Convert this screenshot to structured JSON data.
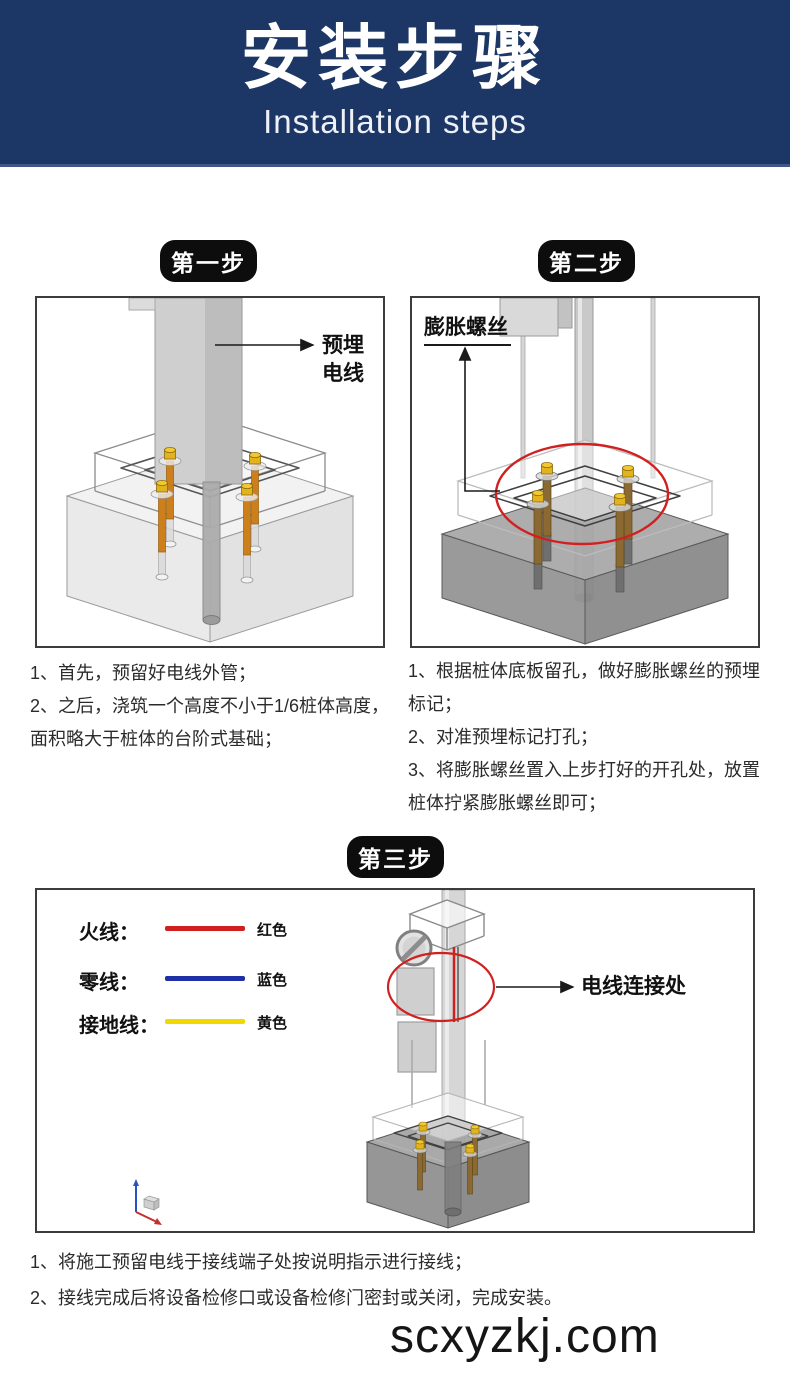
{
  "header": {
    "title": "安装步骤",
    "subtitle": "Installation steps"
  },
  "steps": {
    "step1": {
      "badge": "第一步",
      "callout_line1": "预埋",
      "callout_line2": "电线",
      "note_lines": [
        "1、首先，预留好电线外管；",
        "2、之后，浇筑一个高度不小于1/6桩体高度，",
        "面积略大于桩体的台阶式基础；"
      ]
    },
    "step2": {
      "badge": "第二步",
      "callout": "膨胀螺丝",
      "note_lines": [
        "1、根据桩体底板留孔，做好膨胀螺丝的预埋",
        "标记；",
        "2、对准预埋标记打孔；",
        "3、将膨胀螺丝置入上步打好的开孔处，放置",
        "桩体拧紧膨胀螺丝即可；"
      ]
    },
    "step3": {
      "badge": "第三步",
      "callout": "电线连接处",
      "note_lines": [
        "1、将施工预留电线于接线端子处按说明指示进行接线；",
        "2、接线完成后将设备检修口或设备检修门密封或关闭，完成安装。"
      ]
    }
  },
  "legend": {
    "rows": [
      {
        "label": "火线：",
        "color_name": "红色",
        "color": "#cf1f1f"
      },
      {
        "label": "零线：",
        "color_name": "蓝色",
        "color": "#1f2fa6"
      },
      {
        "label": "接地线：",
        "color_name": "黄色",
        "color": "#f2d800"
      }
    ]
  },
  "watermark": "scxyzkj.com",
  "colors": {
    "header_bg": "#1c3766",
    "badge_bg": "#0d0d0d",
    "highlight_red": "#d02020",
    "anchor_bolt_orange": "#cd7f1c",
    "bolt_head_gold": "#e3b31d"
  }
}
